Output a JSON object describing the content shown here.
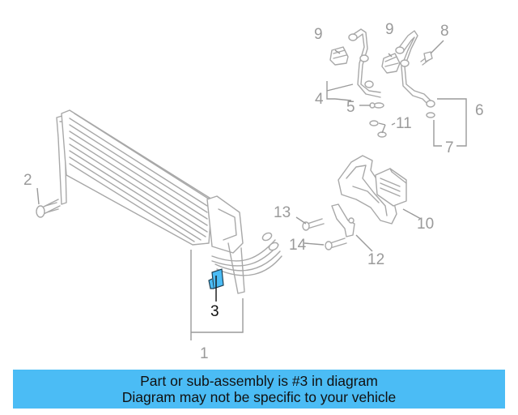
{
  "callouts": {
    "n1": "1",
    "n2": "2",
    "n3": "3",
    "n4": "4",
    "n5": "5",
    "n6": "6",
    "n7": "7",
    "n8": "8",
    "n9a": "9",
    "n9b": "9",
    "n10": "10",
    "n11": "11",
    "n12": "12",
    "n13": "13",
    "n14": "14"
  },
  "highlight": {
    "part": "3",
    "color": "#4bbcf5"
  },
  "banner": {
    "line1": "Part or sub-assembly is #3 in diagram",
    "line2": "Diagram may not be specific to your vehicle",
    "color": "#4bbcf5"
  }
}
